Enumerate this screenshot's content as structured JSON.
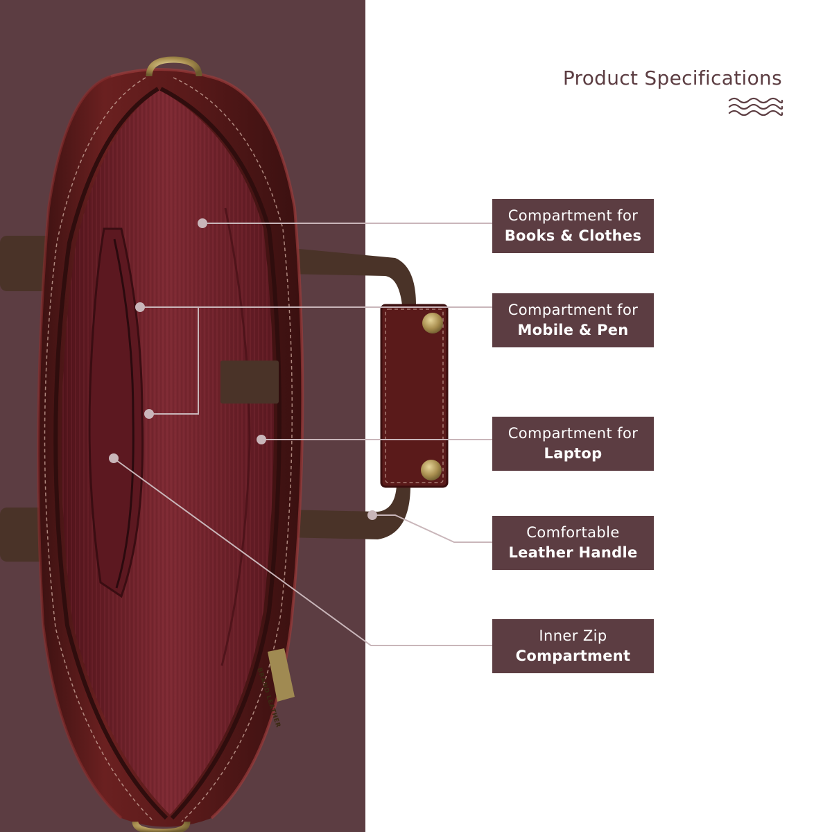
{
  "colors": {
    "panel": "#5c3d42",
    "accent": "#5c3d42",
    "page_background": "#ffffff",
    "connector": "#c9b6ba",
    "leather_dark": "#4a1616",
    "leather": "#6b2222",
    "lining": "#7a2630",
    "strap": "#4a3328",
    "brass": "#a08a52"
  },
  "header": {
    "title": "Product Specifications",
    "decoration_icon": "wave-lines-icon"
  },
  "product": {
    "image_icon": "leather-laptop-bag-photo",
    "tag_text": "BRAND LEATHER"
  },
  "callouts": [
    {
      "line1": "Compartment for",
      "line2": "Books & Clothes"
    },
    {
      "line1": "Compartment for",
      "line2": "Mobile & Pen"
    },
    {
      "line1": "Compartment for",
      "line2": "Laptop"
    },
    {
      "line1": "Comfortable",
      "line2": "Leather Handle"
    },
    {
      "line1": "Inner Zip",
      "line2": "Compartment"
    }
  ]
}
